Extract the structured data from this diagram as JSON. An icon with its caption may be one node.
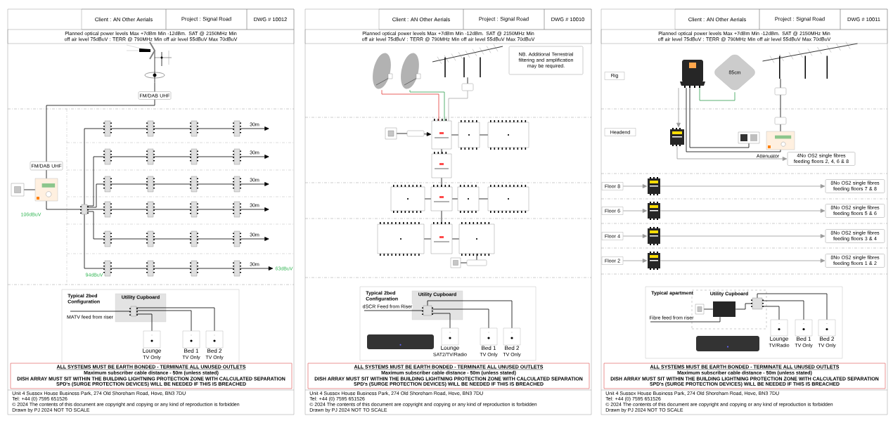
{
  "diagram": {
    "nodes": [
      {
        "text": [],
        "shape": "picture"
      },
      {
        "text": [
          "FM/DAB UHF"
        ]
      },
      {
        "text": [
          "FM/DAB UHF"
        ]
      },
      {
        "text": [],
        "shape": "picture"
      },
      {
        "text": [],
        "shape": "picture"
      },
      {
        "text": [],
        "shape": "box"
      },
      {
        "text": [],
        "shape": "box"
      },
      {
        "text": [],
        "shape": "box"
      },
      {
        "text": [],
        "shape": "box"
      },
      {
        "text": [],
        "shape": "box"
      },
      {
        "text": [],
        "shape": "box"
      },
      {
        "text": [],
        "shape": "box"
      },
      {
        "text": [],
        "shape": "box"
      },
      {
        "text": [],
        "shape": "box"
      },
      {
        "text": [],
        "shape": "box"
      },
      {
        "text": [],
        "shape": "box"
      },
      {
        "text": [],
        "shape": "box"
      },
      {
        "text": [],
        "shape": "box"
      },
      {
        "text": [],
        "shape": "box"
      },
      {
        "text": [],
        "shape": "box"
      },
      {
        "text": [],
        "shape": "box"
      },
      {
        "text": [],
        "shape": "box"
      },
      {
        "text": [],
        "shape": "box"
      },
      {
        "text": [],
        "shape": "box"
      },
      {
        "text": [],
        "shape": "box"
      },
      {
        "text": [],
        "shape": "box"
      },
      {
        "text": [],
        "shape": "box"
      },
      {
        "text": [],
        "shape": "box"
      },
      {
        "text": [],
        "shape": "box"
      },
      {
        "text": [],
        "shape": "box"
      },
      {
        "text": [
          "Typical 2bed Configuration"
        ]
      },
      {
        "text": [
          "Utility Cupboard"
        ],
        "in": 30
      },
      {
        "text": [],
        "shape": "box",
        "in": 31
      },
      {
        "text": [
          "Lounge",
          "TV Only"
        ],
        "in": 30
      },
      {
        "text": [
          "Bed 1",
          "TV Only"
        ],
        "in": 30
      },
      {
        "text": [
          "Bed 2",
          "TV Only"
        ],
        "in": 30
      },
      {
        "text": [
          "ALL SYSTEMS MUST BE EARTH BONDED - TERMINATE ALL UNUSED OUTLETS",
          "Maximum subscriber cable distance - 50m (unless stated)",
          "DISH ARRAY MUST SIT WITHIN THE BUILDING LIGHTNING PROTECTION ZONE WITH CALCULATED SEPARATION",
          "SPD's (SURGE PROTECTION DEVICES) WILL BE NEEDED IF THIS IS BREACHED"
        ]
      },
      {
        "text": [],
        "shape": "picture"
      },
      {
        "text": [],
        "shape": "picture"
      },
      {
        "text": [],
        "shape": "picture"
      },
      {
        "text": [],
        "shape": "box"
      },
      {
        "text": [
          "NB. Additional Terrestrial filtering and amplification may be required."
        ]
      },
      {
        "text": [],
        "shape": "picture"
      },
      {
        "text": [],
        "shape": "box"
      },
      {
        "text": [],
        "shape": "box"
      },
      {
        "text": [],
        "shape": "box"
      },
      {
        "text": [],
        "shape": "box"
      },
      {
        "text": [],
        "shape": "box"
      },
      {
        "text": [],
        "shape": "box"
      },
      {
        "text": [],
        "shape": "box"
      },
      {
        "text": [],
        "shape": "box"
      },
      {
        "text": [],
        "shape": "box"
      },
      {
        "text": [],
        "shape": "box"
      },
      {
        "text": [],
        "shape": "box"
      },
      {
        "text": [],
        "shape": "box"
      },
      {
        "text": [],
        "shape": "picture"
      },
      {
        "text": [],
        "shape": "box"
      },
      {
        "text": [
          "Typical 2bed Configuration"
        ]
      },
      {
        "text": [
          "Utility Cupboard"
        ],
        "in": 57
      },
      {
        "text": [],
        "shape": "box",
        "in": 58
      },
      {
        "text": [
          "Lounge",
          "SAT2/TV/Radio"
        ],
        "in": 57
      },
      {
        "text": [
          "Bed 1",
          "TV Only"
        ],
        "in": 57
      },
      {
        "text": [
          "Bed 2",
          "TV Only"
        ],
        "in": 57
      },
      {
        "text": [],
        "shape": "picture",
        "in": 57
      },
      {
        "text": [
          "ALL SYSTEMS MUST BE EARTH BONDED - TERMINATE ALL UNUSED OUTLETS",
          "Maximum subscriber cable distance - 50m (unless stated)",
          "DISH ARRAY MUST SIT WITHIN THE BUILDING LIGHTNING PROTECTION ZONE WITH CALCULATED SEPARATION",
          "SPD's (SURGE PROTECTION DEVICES) WILL BE NEEDED IF THIS IS BREACHED"
        ]
      },
      {
        "text": [
          "Rig"
        ]
      },
      {
        "text": [],
        "shape": "picture"
      },
      {
        "text": [
          "85cm"
        ]
      },
      {
        "text": [],
        "shape": "picture"
      },
      {
        "text": [],
        "shape": "box"
      },
      {
        "text": [
          "Headend"
        ]
      },
      {
        "text": [],
        "shape": "picture"
      },
      {
        "text": [],
        "shape": "box"
      },
      {
        "text": [],
        "shape": "picture"
      },
      {
        "text": [],
        "shape": "picture"
      },
      {
        "text": [
          "4No OS2 single fibres feeding floors 2, 4, 6 & 8"
        ]
      },
      {
        "text": [
          "Floor 8"
        ]
      },
      {
        "text": [],
        "shape": "picture"
      },
      {
        "text": [
          "8No OS2 single fibres feeding floors 7 & 8"
        ]
      },
      {
        "text": [
          "Floor 6"
        ]
      },
      {
        "text": [],
        "shape": "picture"
      },
      {
        "text": [
          "8No OS2 single fibres feeding floors 5 & 6"
        ]
      },
      {
        "text": [
          "Floor 4"
        ]
      },
      {
        "text": [],
        "shape": "picture"
      },
      {
        "text": [
          "8No OS2 single fibres feeding floors 3 & 4"
        ]
      },
      {
        "text": [
          "Floor 2"
        ]
      },
      {
        "text": [],
        "shape": "picture"
      },
      {
        "text": [
          "8No OS2 single fibres feeding floors 1 & 2"
        ]
      },
      {
        "text": [
          "Typical apartment"
        ]
      },
      {
        "text": [
          "Utility Cupboard"
        ],
        "in": 88
      },
      {
        "text": [],
        "shape": "picture",
        "in": 89
      },
      {
        "text": [],
        "shape": "box",
        "in": 89
      },
      {
        "text": [],
        "shape": "box",
        "in": 89
      },
      {
        "text": [
          "Lounge",
          "TV/Radio"
        ],
        "in": 88
      },
      {
        "text": [
          "Bed 1",
          "TV Only"
        ],
        "in": 88
      },
      {
        "text": [
          "Bed 2",
          "TV Only"
        ],
        "in": 88
      },
      {
        "text": [],
        "shape": "picture",
        "in": 88
      },
      {
        "text": [
          "ALL SYSTEMS MUST BE EARTH BONDED - TERMINATE ALL UNUSED OUTLETS",
          "Maximum subscriber cable distance - 50m (unless stated)",
          "DISH ARRAY MUST SIT WITHIN THE BUILDING LIGHTNING PROTECTION ZONE WITH CALCULATED SEPARATION",
          "SPD's (SURGE PROTECTION DEVICES) WILL BE NEEDED IF THIS IS BREACHED"
        ]
      },
      {
        "text": [
          "63dBuV"
        ]
      }
    ],
    "edges": [
      {
        "from": 0,
        "to": 1,
        "arrow": "none"
      },
      {
        "from": 1,
        "to": 2,
        "arrow": "none"
      },
      {
        "from": 2,
        "to": 4,
        "arrow": "none"
      },
      {
        "from": 3,
        "to": 4,
        "arrow": "none"
      },
      {
        "from": 4,
        "to": 5,
        "arrow": "none"
      },
      {
        "from": 5,
        "to": 6,
        "arrow": "none"
      },
      {
        "from": 5,
        "to": 10,
        "arrow": "none"
      },
      {
        "from": 5,
        "to": 14,
        "arrow": "none"
      },
      {
        "from": 5,
        "to": 18,
        "arrow": "none"
      },
      {
        "from": 5,
        "to": 22,
        "arrow": "none"
      },
      {
        "from": 5,
        "to": 26,
        "arrow": "none"
      },
      {
        "from": 6,
        "to": 7,
        "arrow": "none"
      },
      {
        "from": 7,
        "to": 8,
        "arrow": "none"
      },
      {
        "from": 8,
        "to": 9,
        "arrow": "none"
      },
      {
        "from": 10,
        "to": 11,
        "arrow": "none"
      },
      {
        "from": 11,
        "to": 12,
        "arrow": "none"
      },
      {
        "from": 12,
        "to": 13,
        "arrow": "none"
      },
      {
        "from": 14,
        "to": 15,
        "arrow": "none"
      },
      {
        "from": 15,
        "to": 16,
        "arrow": "none"
      },
      {
        "from": 16,
        "to": 17,
        "arrow": "none"
      },
      {
        "from": 18,
        "to": 19,
        "arrow": "none"
      },
      {
        "from": 19,
        "to": 20,
        "arrow": "none"
      },
      {
        "from": 20,
        "to": 21,
        "arrow": "none"
      },
      {
        "from": 22,
        "to": 23,
        "arrow": "none"
      },
      {
        "from": 23,
        "to": 24,
        "arrow": "none"
      },
      {
        "from": 24,
        "to": 25,
        "arrow": "none"
      },
      {
        "from": 26,
        "to": 27,
        "arrow": "none"
      },
      {
        "from": 27,
        "to": 28,
        "arrow": "none"
      },
      {
        "from": 28,
        "to": 29,
        "arrow": "none"
      },
      {
        "from": 9,
        "to": null,
        "arrow": "to",
        "label": "30m"
      },
      {
        "from": 13,
        "to": null,
        "arrow": "to",
        "label": "30m"
      },
      {
        "from": 17,
        "to": null,
        "arrow": "to",
        "label": "30m"
      },
      {
        "from": 21,
        "to": null,
        "arrow": "to",
        "label": "30m"
      },
      {
        "from": 25,
        "to": null,
        "arrow": "to",
        "label": "30m"
      },
      {
        "from": 29,
        "to": 98,
        "arrow": "to",
        "label": "30m"
      },
      {
        "from": null,
        "to": 32,
        "arrow": "none",
        "label": "MATV feed from riser"
      },
      {
        "from": 32,
        "to": 33,
        "arrow": "none"
      },
      {
        "from": 32,
        "to": 34,
        "arrow": "none"
      },
      {
        "from": 32,
        "to": 35,
        "arrow": "none"
      },
      {
        "from": 37,
        "to": 44,
        "arrow": "none",
        "color": "#e53935"
      },
      {
        "from": 38,
        "to": 44,
        "arrow": "none",
        "color": "#2e9e4f"
      },
      {
        "from": 39,
        "to": 40,
        "arrow": "none"
      },
      {
        "from": 40,
        "to": 44,
        "arrow": "none",
        "color": "#aaaaaa"
      },
      {
        "from": 42,
        "to": 43,
        "arrow": "none"
      },
      {
        "from": 43,
        "to": 44,
        "arrow": "to"
      },
      {
        "from": 44,
        "to": 45,
        "arrow": "none"
      },
      {
        "from": 45,
        "to": 46,
        "arrow": "none"
      },
      {
        "from": 44,
        "to": 47,
        "arrow": "none"
      },
      {
        "from": 47,
        "to": 49,
        "arrow": "none"
      },
      {
        "from": 49,
        "to": 48,
        "arrow": "none"
      },
      {
        "from": 49,
        "to": 50,
        "arrow": "none"
      },
      {
        "from": 50,
        "to": 51,
        "arrow": "none"
      },
      {
        "from": 49,
        "to": 53,
        "arrow": "none"
      },
      {
        "from": 53,
        "to": 52,
        "arrow": "none"
      },
      {
        "from": 53,
        "to": 54,
        "arrow": "none"
      },
      {
        "from": 54,
        "to": 56,
        "arrow": "none"
      },
      {
        "from": 55,
        "to": 56,
        "arrow": "none"
      },
      {
        "from": null,
        "to": 59,
        "arrow": "none",
        "label": "dSCR Feed from Riser"
      },
      {
        "from": 59,
        "to": 60,
        "arrow": "none"
      },
      {
        "from": 59,
        "to": 61,
        "arrow": "none"
      },
      {
        "from": 59,
        "to": 62,
        "arrow": "none"
      },
      {
        "from": 66,
        "to": 71,
        "arrow": "to",
        "color": "#999999"
      },
      {
        "from": 67,
        "to": 66,
        "arrow": "none",
        "color": "#2e9e4f"
      },
      {
        "from": 68,
        "to": 69,
        "arrow": "none"
      },
      {
        "from": 69,
        "to": 72,
        "arrow": "none"
      },
      {
        "from": 72,
        "to": 74,
        "arrow": "none"
      },
      {
        "from": 66,
        "to": 73,
        "arrow": "none"
      },
      {
        "from": 66,
        "to": 74,
        "arrow": "none"
      },
      {
        "from": 71,
        "to": 75,
        "arrow": "to",
        "color": "#999999"
      },
      {
        "from": 76,
        "to": 77,
        "arrow": "to",
        "color": "#999999"
      },
      {
        "from": 77,
        "to": 78,
        "arrow": "to",
        "color": "#999999"
      },
      {
        "from": 79,
        "to": 80,
        "arrow": "to",
        "color": "#999999"
      },
      {
        "from": 80,
        "to": 81,
        "arrow": "to",
        "color": "#999999"
      },
      {
        "from": 82,
        "to": 83,
        "arrow": "to",
        "color": "#999999"
      },
      {
        "from": 83,
        "to": 84,
        "arrow": "to",
        "color": "#999999"
      },
      {
        "from": 85,
        "to": 86,
        "arrow": "to",
        "color": "#999999"
      },
      {
        "from": 86,
        "to": 87,
        "arrow": "to",
        "color": "#999999"
      },
      {
        "from": null,
        "to": 91,
        "arrow": "none",
        "label": "Fibre feed from riser"
      },
      {
        "from": 90,
        "to": 91,
        "arrow": "none"
      },
      {
        "from": 91,
        "to": 92,
        "arrow": "none"
      },
      {
        "from": 92,
        "to": 93,
        "arrow": "none"
      },
      {
        "from": 92,
        "to": 94,
        "arrow": "none"
      },
      {
        "from": 92,
        "to": 95,
        "arrow": "none"
      }
    ],
    "labels": [
      "Client : AN Other Aerials",
      "Project : Signal Road",
      "DWG # 10012",
      "Planned optical power levels Max +7dBm Min -12dBm. SAT @ 2150MHz Min off air level 75dBuV : TERR @ 790MHz Min off air level 55dBuV Max 70dBuV",
      "106dBuV",
      "94dBuV",
      "Unit 4 Sussex House Business Park, 274 Old Shoreham Road, Hove, BN3 7DU",
      "Tel: +44 (0) 7595 651526",
      "© 2024 The contents of this document are copyright and copying or any kind of reproduction is forbidden",
      "Drawn by PJ 2024  NOT TO SCALE",
      "Client : AN Other Aerials",
      "Project : Signal Road",
      "DWG # 10010",
      "Planned optical power levels Max +7dBm Min -12dBm. SAT @ 2150MHz Min off air level 75dBuV : TERR @ 790MHz Min off air level 55dBuV Max 70dBuV",
      "Unit 4 Sussex House Business Park, 274 Old Shoreham Road, Hove, BN3 7DU",
      "Tel: +44 (0) 7595 651526",
      "© 2024 The contents of this document are copyright and copying or any kind of reproduction is forbidden",
      "Drawn by PJ 2024  NOT TO SCALE",
      "Client : AN Other Aerials",
      "Project : Signal Road",
      "DWG # 10011",
      "Planned optical power levels Max +7dBm Min -12dBm. SAT @ 2150MHz Min off air level 75dBuV : TERR @ 790MHz Min off air level 55dBuV Max 70dBuV",
      "Attenuator",
      "Unit 4 Sussex House Business Park, 274 Old Shoreham Road, Hove, BN3 7DU",
      "Tel: +44 (0) 7595 651526",
      "© 2024 The contents of this document are copyright and copying or any kind of reproduction is forbidden",
      "Drawn by PJ 2024  NOT TO SCALE"
    ]
  }
}
